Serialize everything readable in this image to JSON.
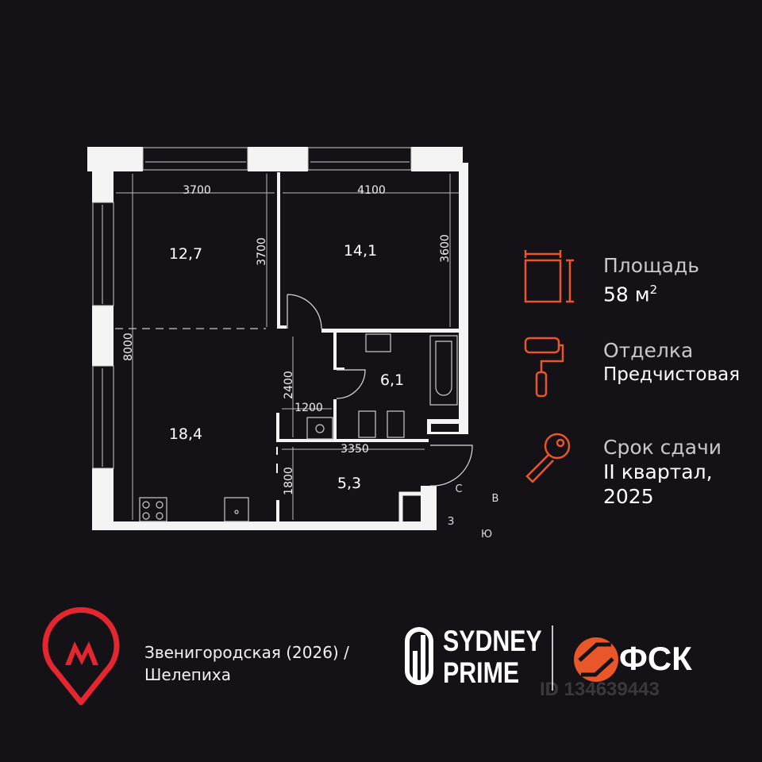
{
  "plan": {
    "rooms": [
      {
        "name": "bedroom-1",
        "area": "12,7"
      },
      {
        "name": "bedroom-2",
        "area": "14,1"
      },
      {
        "name": "kitchen-living",
        "area": "18,4"
      },
      {
        "name": "bathroom",
        "area": "6,1"
      },
      {
        "name": "hallway",
        "area": "5,3"
      }
    ],
    "dimensions": {
      "d1": "3700",
      "d2": "4100",
      "d3": "3700",
      "d4": "3600",
      "d5": "8000",
      "d6": "2400",
      "d7": "1200",
      "d8": "3350",
      "d9": "1800"
    },
    "compass": {
      "north": "С",
      "east": "В",
      "west": "З",
      "south": "Ю"
    }
  },
  "info": {
    "area_label": "Площадь",
    "area_value": "58 м",
    "area_sup": "2",
    "finish_label": "Отделка",
    "finish_value": "Предчистовая",
    "deadline_label": "Срок сдачи",
    "deadline_line1": "II квартал,",
    "deadline_line2": "2025"
  },
  "footer": {
    "metro_line1": "Звенигородская (2026) /",
    "metro_line2": "Шелепиха",
    "project_line1": "SYDNEY",
    "project_line2": "PRIME",
    "developer": "ФСК",
    "watermark": "ID 134639443"
  },
  "colors": {
    "accent": "#e8562a",
    "metro": "#e3262f",
    "background": "#141217"
  }
}
